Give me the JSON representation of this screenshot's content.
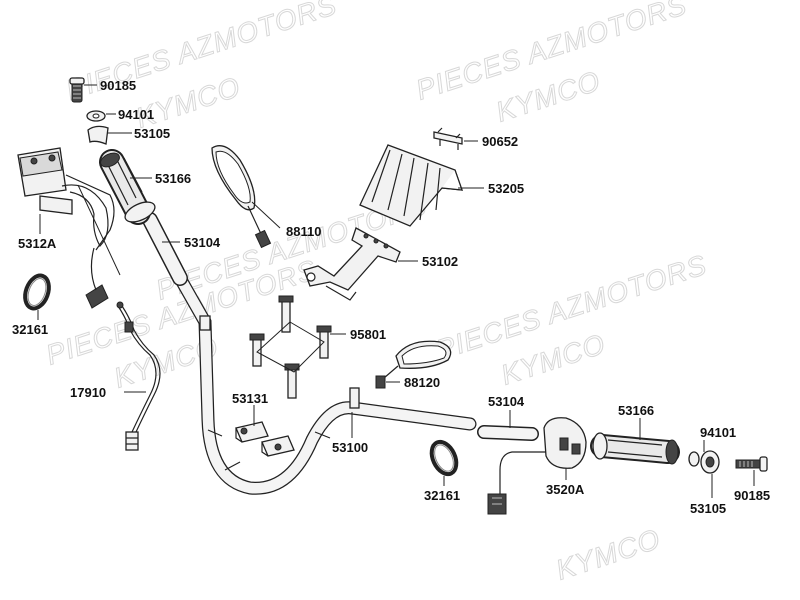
{
  "watermarks": [
    "PIECES AZMOTORS",
    "KYMCO",
    "PIECES AZMOTORS",
    "KYMCO",
    "PIECES AZMOTORS",
    "KYMCO",
    "PIECES AZMOTORS",
    "KYMCO",
    "PIECES AZMOTORS",
    "KYMCO"
  ],
  "labels": {
    "p90185_top": "90185",
    "p94101_top": "94101",
    "p53105_top": "53105",
    "p53166_top": "53166",
    "p5312A": "5312A",
    "p53104_top": "53104",
    "p88110": "88110",
    "p90652": "90652",
    "p53205": "53205",
    "p53102": "53102",
    "p32161_left": "32161",
    "p95801": "95801",
    "p17910": "17910",
    "p88120": "88120",
    "p53131": "53131",
    "p53104_right": "53104",
    "p53100": "53100",
    "p53166_right": "53166",
    "p94101_right": "94101",
    "p3520A": "3520A",
    "p32161_right": "32161",
    "p90185_right": "90185",
    "p53105_right": "53105"
  }
}
